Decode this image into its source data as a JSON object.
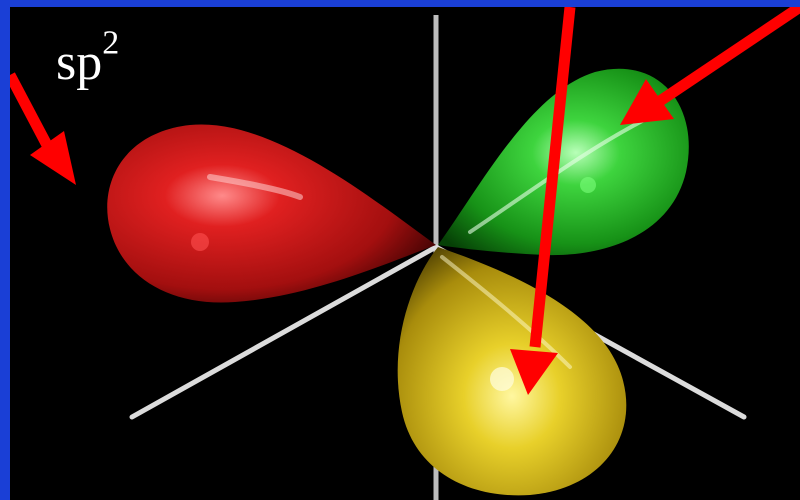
{
  "label": {
    "base": "sp",
    "superscript": "2"
  },
  "colors": {
    "background": "#000000",
    "border": "#1a3fd6",
    "lobe_red": "#c41a1a",
    "lobe_green": "#1faa1f",
    "lobe_yellow": "#d8b81a",
    "axis": "#c8c8c8",
    "arrow": "#ff0000"
  },
  "lobes": [
    "red-lobe",
    "green-lobe",
    "yellow-lobe"
  ],
  "arrows": [
    "arrow-to-red-lobe",
    "arrow-to-green-lobe",
    "arrow-to-yellow-lobe"
  ]
}
